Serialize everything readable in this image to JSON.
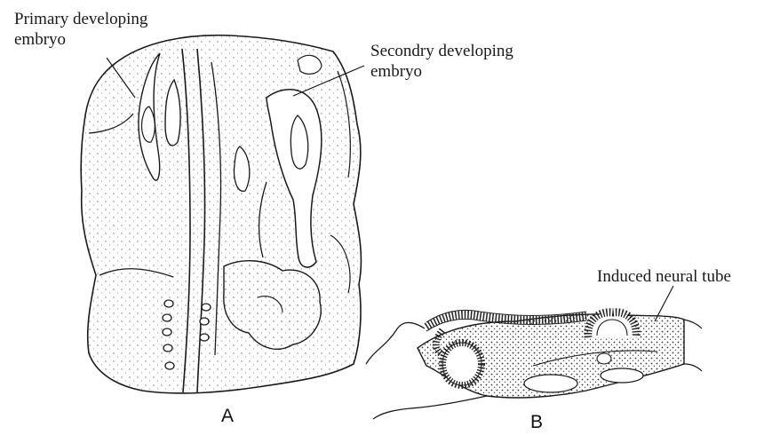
{
  "labels": {
    "primary_line1": "Primary developing",
    "primary_line2": "embryo",
    "secondary_line1": "Secondry developing",
    "secondary_line2": "embryo",
    "induced": "Induced neural tube"
  },
  "panels": {
    "a": "A",
    "b": "B"
  }
}
